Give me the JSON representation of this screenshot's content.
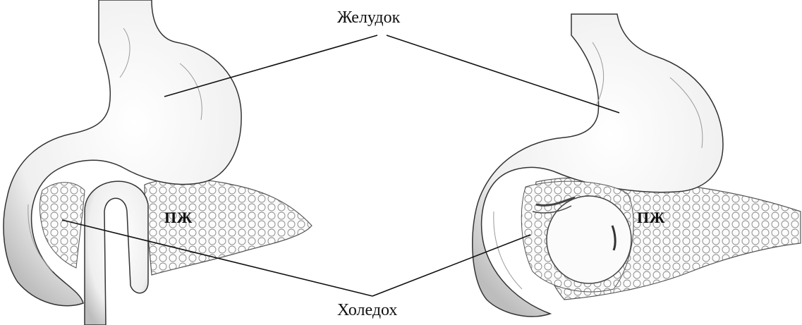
{
  "labels": {
    "stomach": "Желудок",
    "common_bile_duct": "Холедох",
    "pancreas_left": "ПЖ",
    "pancreas_right": "ПЖ"
  },
  "colors": {
    "ink": "#2a2a2a",
    "shade": "#d9d9d9",
    "fill": "#f7f7f7"
  }
}
